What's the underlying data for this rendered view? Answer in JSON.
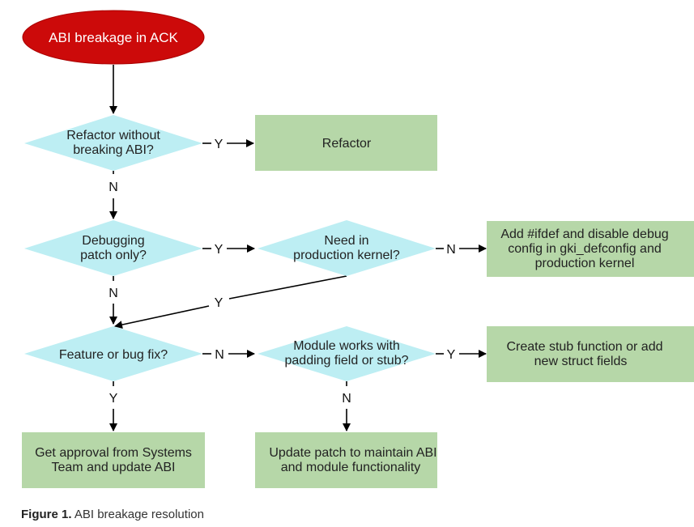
{
  "colors": {
    "start_fill": "#cc0a0a",
    "start_stroke": "#aa0000",
    "decision_fill": "#bdeef3",
    "process_fill": "#b6d7a8",
    "line": "#000000"
  },
  "nodes": {
    "start": {
      "lines": [
        "ABI breakage in ACK"
      ]
    },
    "d1": {
      "lines": [
        "Refactor without",
        "breaking ABI?"
      ]
    },
    "p_refactor": {
      "lines": [
        "Refactor"
      ]
    },
    "d2": {
      "lines": [
        "Debugging",
        "patch only?"
      ]
    },
    "d3": {
      "lines": [
        "Need in",
        "production kernel?"
      ]
    },
    "p_ifdef": {
      "lines": [
        "Add #ifdef and disable debug",
        "config in gki_defconfig and",
        "production kernel"
      ]
    },
    "d4": {
      "lines": [
        "Feature or bug fix?"
      ]
    },
    "d5": {
      "lines": [
        "Module works with",
        "padding field or stub?"
      ]
    },
    "p_stub": {
      "lines": [
        "Create stub function or add",
        "new struct fields"
      ]
    },
    "p_approval": {
      "lines": [
        "Get approval from Systems",
        "Team and update ABI"
      ]
    },
    "p_update": {
      "lines": [
        "Update patch to maintain ABI",
        "and module functionality"
      ]
    }
  },
  "edges": {
    "d1_refactor": "Y",
    "d1_d2": "N",
    "d2_d3": "Y",
    "d2_d4": "N",
    "d3_ifdef": "N",
    "d3_d4": "Y",
    "d4_d5": "N",
    "d4_approval": "Y",
    "d5_stub": "Y",
    "d5_update": "N"
  },
  "caption": {
    "label": "Figure 1.",
    "text": "ABI breakage resolution"
  }
}
